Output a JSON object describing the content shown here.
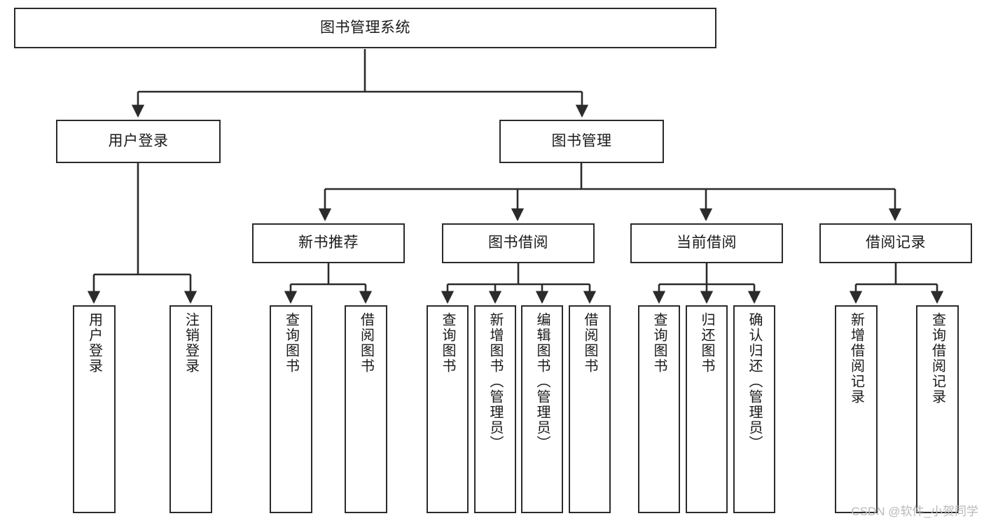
{
  "diagram": {
    "title": "图书管理系统",
    "type": "tree-hierarchy-diagram",
    "watermark": "CSDN @软件_小贺同学",
    "colors": {
      "background": "#ffffff",
      "node_border": "#2b2b2b",
      "node_fill": "#ffffff",
      "connector": "#2b2b2b",
      "text": "#1a1a1a",
      "watermark": "#b9b9b9"
    },
    "nodes": {
      "root": {
        "label": "图书管理系统",
        "level": 1,
        "orientation": "horizontal"
      },
      "user_login": {
        "label": "用户登录",
        "level": 2,
        "orientation": "horizontal"
      },
      "book_manage": {
        "label": "图书管理",
        "level": 2,
        "orientation": "horizontal"
      },
      "new_book_rec": {
        "label": "新书推荐",
        "level": 3,
        "orientation": "horizontal"
      },
      "book_borrow": {
        "label": "图书借阅",
        "level": 3,
        "orientation": "horizontal"
      },
      "current_borrow": {
        "label": "当前借阅",
        "level": 3,
        "orientation": "horizontal"
      },
      "borrow_record": {
        "label": "借阅记录",
        "level": 3,
        "orientation": "horizontal"
      },
      "leaf_user_login": {
        "label": "用户登录",
        "level": 4,
        "orientation": "vertical"
      },
      "leaf_logout": {
        "label": "注销登录",
        "level": 4,
        "orientation": "vertical"
      },
      "leaf_query_book_1": {
        "label": "查询图书",
        "level": 4,
        "orientation": "vertical"
      },
      "leaf_borrow_book_1": {
        "label": "借阅图书",
        "level": 4,
        "orientation": "vertical"
      },
      "leaf_query_book_2": {
        "label": "查询图书",
        "level": 4,
        "orientation": "vertical"
      },
      "leaf_add_book": {
        "label": "新增图书（管理员）",
        "level": 4,
        "orientation": "vertical"
      },
      "leaf_edit_book": {
        "label": "编辑图书（管理员）",
        "level": 4,
        "orientation": "vertical"
      },
      "leaf_borrow_book_2": {
        "label": "借阅图书",
        "level": 4,
        "orientation": "vertical"
      },
      "leaf_query_book_3": {
        "label": "查询图书",
        "level": 4,
        "orientation": "vertical"
      },
      "leaf_return_book": {
        "label": "归还图书",
        "level": 4,
        "orientation": "vertical"
      },
      "leaf_confirm_return": {
        "label": "确认归还（管理员）",
        "level": 4,
        "orientation": "vertical"
      },
      "leaf_add_record": {
        "label": "新增借阅记录",
        "level": 4,
        "orientation": "vertical"
      },
      "leaf_query_record": {
        "label": "查询借阅记录",
        "level": 4,
        "orientation": "vertical"
      }
    }
  }
}
